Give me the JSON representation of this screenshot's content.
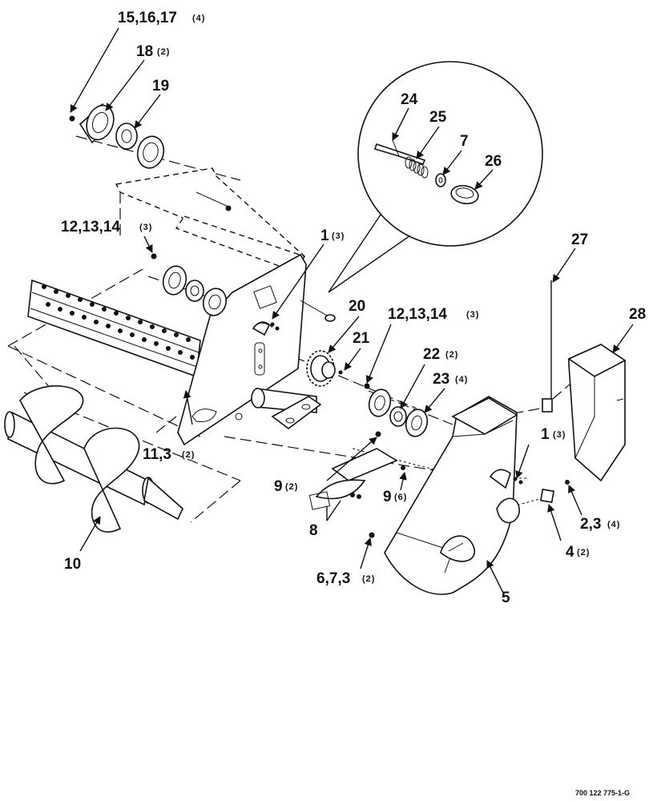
{
  "diagram": {
    "callouts": [
      {
        "id": "c1",
        "label": "15,16,17",
        "qty": "(4)"
      },
      {
        "id": "c2",
        "label": "18",
        "qty": "(2)"
      },
      {
        "id": "c3",
        "label": "19",
        "qty": ""
      },
      {
        "id": "c4",
        "label": "24",
        "qty": ""
      },
      {
        "id": "c5",
        "label": "25",
        "qty": ""
      },
      {
        "id": "c6",
        "label": "7",
        "qty": ""
      },
      {
        "id": "c7",
        "label": "26",
        "qty": ""
      },
      {
        "id": "c8",
        "label": "12,13,14",
        "qty": "(3)"
      },
      {
        "id": "c9",
        "label": "1",
        "qty": "(3)"
      },
      {
        "id": "c10",
        "label": "27",
        "qty": ""
      },
      {
        "id": "c11",
        "label": "28",
        "qty": ""
      },
      {
        "id": "c12",
        "label": "20",
        "qty": ""
      },
      {
        "id": "c13",
        "label": "12,13,14",
        "qty": "(3)"
      },
      {
        "id": "c14",
        "label": "21",
        "qty": ""
      },
      {
        "id": "c15",
        "label": "22",
        "qty": "(2)"
      },
      {
        "id": "c16",
        "label": "23",
        "qty": "(4)"
      },
      {
        "id": "c17",
        "label": "11,3",
        "qty": "(2)"
      },
      {
        "id": "c18",
        "label": "1",
        "qty": "(3)"
      },
      {
        "id": "c19",
        "label": "9",
        "qty": "(2)"
      },
      {
        "id": "c20",
        "label": "9",
        "qty": "(6)"
      },
      {
        "id": "c21",
        "label": "2,3",
        "qty": "(4)"
      },
      {
        "id": "c22",
        "label": "8",
        "qty": ""
      },
      {
        "id": "c23",
        "label": "4",
        "qty": "(2)"
      },
      {
        "id": "c24",
        "label": "10",
        "qty": ""
      },
      {
        "id": "c25",
        "label": "6,7,3",
        "qty": "(2)"
      },
      {
        "id": "c26",
        "label": "5",
        "qty": ""
      }
    ],
    "figure_ref": "700 122 775-1-G"
  }
}
